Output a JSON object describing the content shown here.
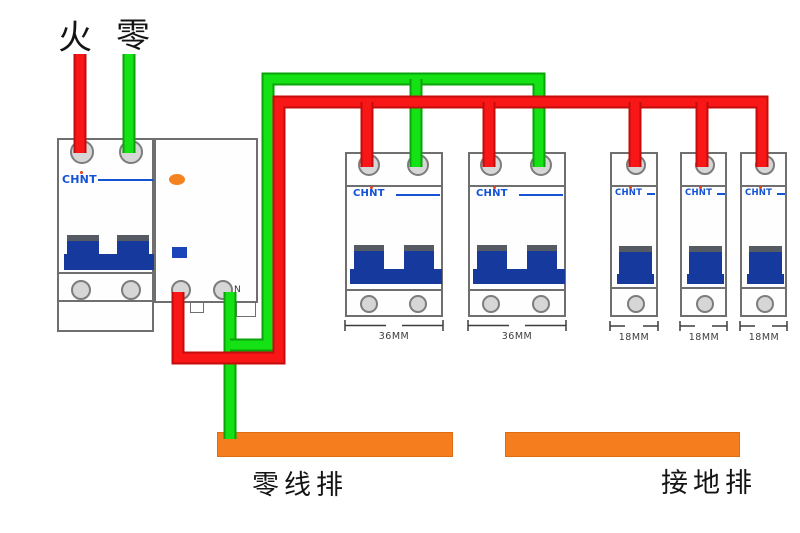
{
  "brand": "CHNT",
  "top_labels": {
    "live": "火",
    "neutral": "零"
  },
  "main_breaker": {
    "n_terminal_label": "N"
  },
  "pole2_breakers": [
    {
      "width_label": "36MM"
    },
    {
      "width_label": "36MM"
    }
  ],
  "pole1_breakers": [
    {
      "width_label": "18MM"
    },
    {
      "width_label": "18MM"
    },
    {
      "width_label": "18MM"
    }
  ],
  "busbars": {
    "neutral": "零线排",
    "ground": "接地排"
  },
  "colors": {
    "live_wire": "#f81616",
    "neutral_wire": "#15e215",
    "busbar_orange": "#f57d1e",
    "toggle_blue": "#16399e",
    "brand_blue": "#1353d4",
    "indicator_orange": "#f58220"
  }
}
